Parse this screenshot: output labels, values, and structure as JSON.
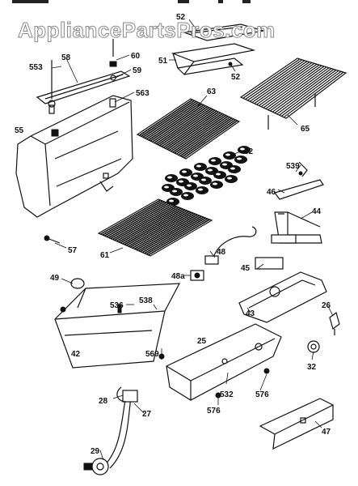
{
  "watermark": "AppliancePartsPros.com",
  "labels": [
    {
      "id": "p52a",
      "text": "52"
    },
    {
      "id": "p51",
      "text": "51"
    },
    {
      "id": "p52b",
      "text": "52"
    },
    {
      "id": "p553",
      "text": "553"
    },
    {
      "id": "p58",
      "text": "58"
    },
    {
      "id": "p60",
      "text": "60"
    },
    {
      "id": "p59",
      "text": "59"
    },
    {
      "id": "p563",
      "text": "563"
    },
    {
      "id": "p55",
      "text": "55"
    },
    {
      "id": "p63",
      "text": "63"
    },
    {
      "id": "p65",
      "text": "65"
    },
    {
      "id": "p62",
      "text": "62"
    },
    {
      "id": "p539",
      "text": "539"
    },
    {
      "id": "p46",
      "text": "46"
    },
    {
      "id": "p44",
      "text": "44"
    },
    {
      "id": "p57",
      "text": "57"
    },
    {
      "id": "p61",
      "text": "61"
    },
    {
      "id": "p48",
      "text": "48"
    },
    {
      "id": "p45",
      "text": "45"
    },
    {
      "id": "p48a",
      "text": "48a"
    },
    {
      "id": "p49",
      "text": "49"
    },
    {
      "id": "p536",
      "text": "536"
    },
    {
      "id": "p538",
      "text": "538"
    },
    {
      "id": "p43",
      "text": "43"
    },
    {
      "id": "p26",
      "text": "26"
    },
    {
      "id": "p42",
      "text": "42"
    },
    {
      "id": "p25",
      "text": "25"
    },
    {
      "id": "p569",
      "text": "569"
    },
    {
      "id": "p32",
      "text": "32"
    },
    {
      "id": "p28",
      "text": "28"
    },
    {
      "id": "p532",
      "text": "532"
    },
    {
      "id": "p576a",
      "text": "576"
    },
    {
      "id": "p27",
      "text": "27"
    },
    {
      "id": "p576b",
      "text": "576"
    },
    {
      "id": "p47",
      "text": "47"
    },
    {
      "id": "p29",
      "text": "29"
    }
  ]
}
